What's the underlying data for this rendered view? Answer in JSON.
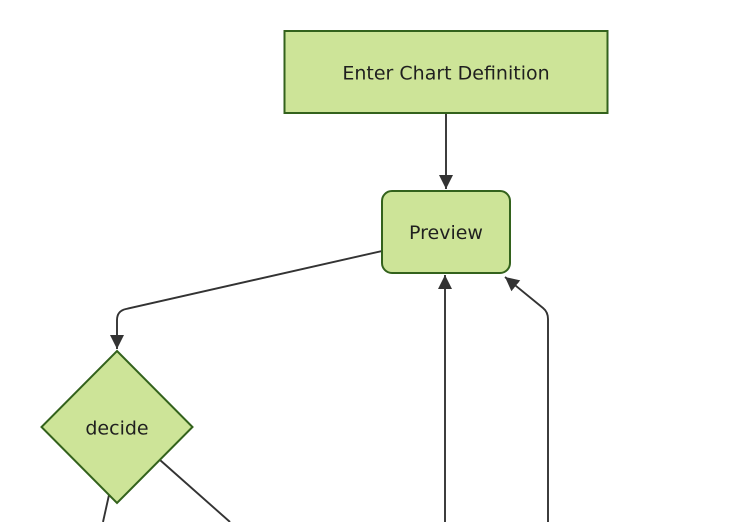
{
  "diagram": {
    "kind": "flowchart",
    "direction": "top-down",
    "nodes": [
      {
        "id": "A",
        "label": "Enter Chart Definition",
        "shape": "rectangle"
      },
      {
        "id": "B",
        "label": "Preview",
        "shape": "rounded-rectangle"
      },
      {
        "id": "C",
        "label": "decide",
        "shape": "diamond"
      }
    ],
    "edges": [
      {
        "from": "A",
        "to": "B",
        "arrow": true
      },
      {
        "from": "B",
        "to": "C",
        "arrow": true
      },
      {
        "from": "offscreen-bottom-center",
        "to": "B",
        "arrow": true
      },
      {
        "from": "offscreen-bottom-right",
        "to": "B",
        "arrow": true
      },
      {
        "from": "C",
        "to": "offscreen-bottom-left",
        "arrow": false
      },
      {
        "from": "C",
        "to": "offscreen-bottom-right",
        "arrow": false
      }
    ],
    "colors": {
      "node_fill": "#cde498",
      "node_border": "#33621c",
      "edge": "#333333",
      "text": "#1f1f1f",
      "background": "#ffffff"
    }
  }
}
